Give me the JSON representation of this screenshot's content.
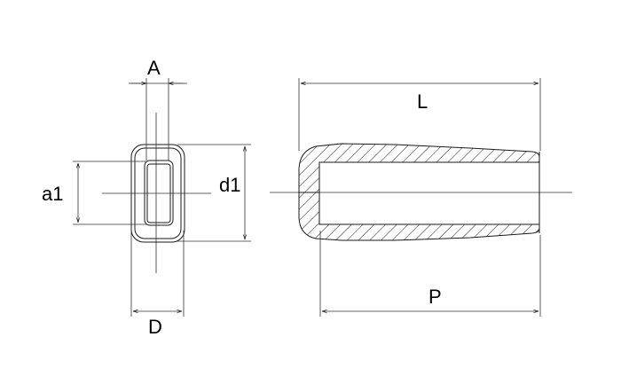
{
  "dimensions": {
    "A": "A",
    "a1": "a1",
    "d1": "d1",
    "D": "D",
    "L": "L",
    "P": "P"
  },
  "colors": {
    "line": "#1a1a1a",
    "background": "#ffffff"
  }
}
